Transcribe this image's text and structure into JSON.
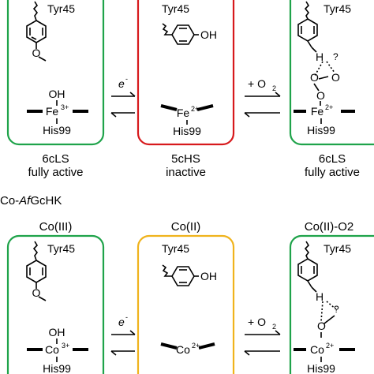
{
  "colors": {
    "green": "#1fa34a",
    "red": "#d7191c",
    "orange": "#f0b31c"
  },
  "top": {
    "panels": [
      {
        "residue": "Tyr45",
        "label": "OH",
        "metal": "Fe",
        "charge": "3+",
        "ligand": "His99",
        "state": "6cLS",
        "activity": "fully active"
      },
      {
        "residue": "Tyr45",
        "label": "OH",
        "metal": "Fe",
        "charge": "2+",
        "ligand": "His99",
        "state": "5cHS",
        "activity": "inactive"
      },
      {
        "residue": "Tyr45",
        "label": "H",
        "question": "?",
        "metal": "Fe",
        "charge": "2+",
        "ligand": "His99",
        "state": "6cLS",
        "activity": "fully active"
      }
    ],
    "arrow1": {
      "label": "e",
      "sup": "-"
    },
    "arrow2": {
      "label": "+ O",
      "sub": "2"
    }
  },
  "section": {
    "prefix": "Co-",
    "italic": "Af",
    "suffix": "GcHK"
  },
  "bottom": {
    "headers": [
      "Co(III)",
      "Co(II)",
      "Co(II)-O2"
    ],
    "panels": [
      {
        "residue": "Tyr45",
        "label": "OH",
        "metal": "Co",
        "charge": "3+",
        "ligand": "His99"
      },
      {
        "residue": "Tyr45",
        "label": "OH",
        "metal": "Co",
        "charge": "2+",
        "ligand": "His99"
      },
      {
        "residue": "Tyr45",
        "label": "H",
        "question": "?",
        "metal": "Co",
        "charge": "2+",
        "ligand": "His99"
      }
    ],
    "arrow1": {
      "label": "e",
      "sup": "-"
    },
    "arrow2": {
      "label": "+ O",
      "sub": "2"
    }
  }
}
